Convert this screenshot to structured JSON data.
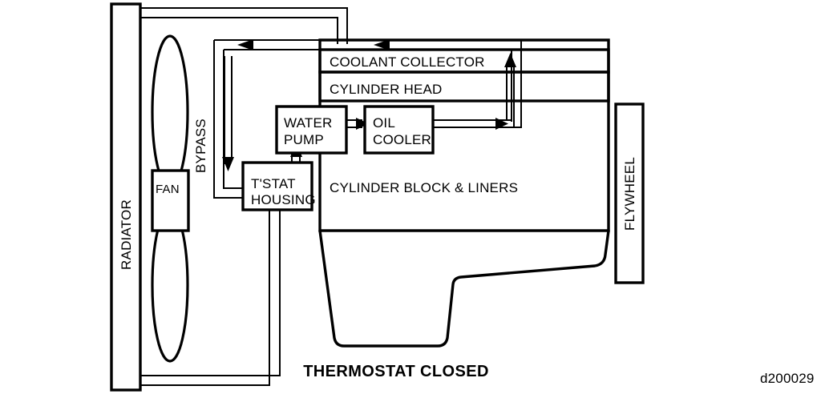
{
  "diagram": {
    "title_caption": "THERMOSTAT CLOSED",
    "figure_id": "d200029",
    "components": {
      "radiator": "RADIATOR",
      "fan": "FAN",
      "bypass": "BYPASS",
      "water_pump_line1": "WATER",
      "water_pump_line2": "PUMP",
      "tstat_line1": "T'STAT",
      "tstat_line2": "HOUSING",
      "oil_cooler_line1": "OIL",
      "oil_cooler_line2": "COOLER",
      "coolant_collector": "COOLANT COLLECTOR",
      "cylinder_head": "CYLINDER HEAD",
      "cylinder_block": "CYLINDER BLOCK & LINERS",
      "flywheel": "FLYWHEEL"
    },
    "colors": {
      "ink": "#000000",
      "paper": "#ffffff"
    },
    "flow_arrows": [
      "coolant-collector-to-left-outlet",
      "bypass-down-to-tstat",
      "tstat-up-to-water-pump",
      "water-pump-to-oil-cooler",
      "oil-cooler-to-coolant-collector"
    ]
  }
}
